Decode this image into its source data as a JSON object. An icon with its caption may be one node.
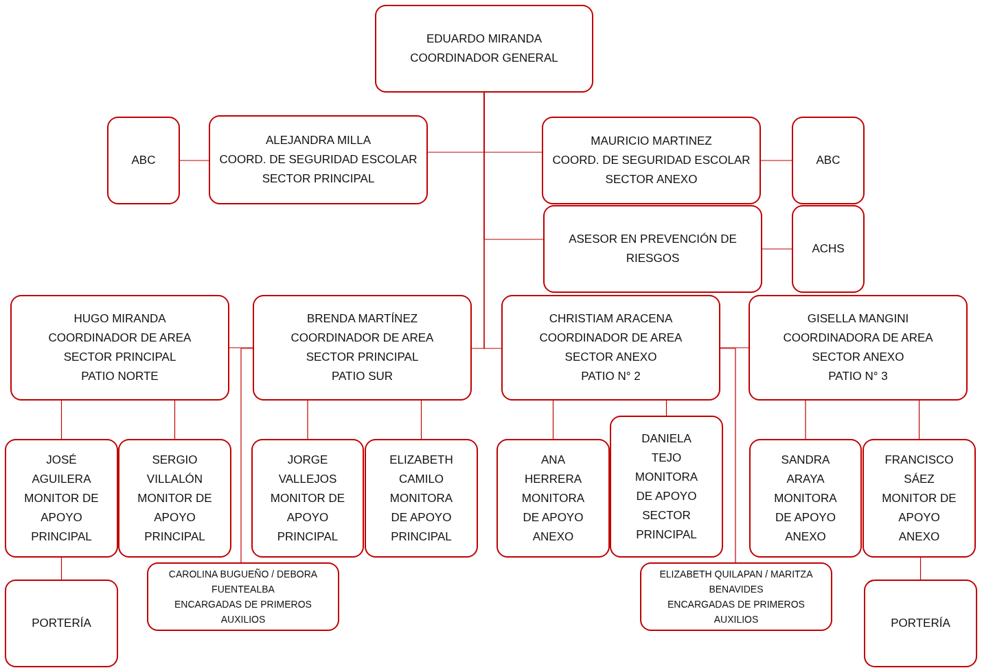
{
  "diagram": {
    "nodes": [
      {
        "text": [
          "EDUARDO MIRANDA",
          "COORDINADOR GENERAL"
        ]
      },
      {
        "text": [
          "ABC"
        ]
      },
      {
        "text": [
          "ALEJANDRA MILLA",
          "COORD. DE SEGURIDAD ESCOLAR SECTOR PRINCIPAL"
        ]
      },
      {
        "text": [
          "MAURICIO MARTINEZ",
          "COORD. DE SEGURIDAD ESCOLAR SECTOR ANEXO"
        ]
      },
      {
        "text": [
          "ABC"
        ]
      },
      {
        "text": [
          "ASESOR EN PREVENCIÓN DE RIESGOS"
        ]
      },
      {
        "text": [
          "ACHS"
        ]
      },
      {
        "text": [
          "HUGO MIRANDA",
          "COORDINADOR DE AREA",
          "SECTOR PRINCIPAL",
          "PATIO NORTE"
        ]
      },
      {
        "text": [
          "BRENDA MARTÍNEZ",
          "COORDINADOR DE AREA",
          "SECTOR PRINCIPAL",
          "PATIO SUR"
        ]
      },
      {
        "text": [
          "CHRISTIAM ARACENA",
          "COORDINADOR DE AREA",
          "SECTOR ANEXO",
          "PATIO N° 2"
        ]
      },
      {
        "text": [
          "GISELLA MANGINI",
          "COORDINADORA DE AREA",
          "SECTOR ANEXO",
          "PATIO N° 3"
        ]
      },
      {
        "text": [
          "JOSÉ AGUILERA",
          "MONITOR DE APOYO PRINCIPAL"
        ]
      },
      {
        "text": [
          "SERGIO VILLALÓN",
          "MONITOR DE APOYO PRINCIPAL"
        ]
      },
      {
        "text": [
          "JORGE VALLEJOS",
          "MONITOR DE APOYO PRINCIPAL"
        ]
      },
      {
        "text": [
          "ELIZABETH CAMILO",
          "MONITORA DE APOYO PRINCIPAL"
        ]
      },
      {
        "text": [
          "ANA HERRERA",
          "MONITORA DE APOYO ANEXO"
        ]
      },
      {
        "text": [
          "DANIELA TEJO",
          "MONITORA DE APOYO SECTOR PRINCIPAL"
        ]
      },
      {
        "text": [
          "SANDRA ARAYA",
          "MONITORA DE APOYO ANEXO"
        ]
      },
      {
        "text": [
          "FRANCISCO SÁEZ",
          "MONITOR DE APOYO ANEXO"
        ]
      },
      {
        "text": [
          "CAROLINA BUGUEÑO / DEBORA FUENTEALBA",
          "ENCARGADAS DE PRIMEROS AUXILIOS"
        ]
      },
      {
        "text": [
          "ELIZABETH QUILAPAN / MARITZA BENAVIDES",
          "ENCARGADAS DE PRIMEROS AUXILIOS"
        ]
      },
      {
        "text": [
          "PORTERÍA"
        ]
      },
      {
        "text": [
          "PORTERÍA"
        ]
      }
    ],
    "edges": [
      {
        "from": 0,
        "to": 2,
        "arrow": "none"
      },
      {
        "from": 0,
        "to": 3,
        "arrow": "none"
      },
      {
        "from": 0,
        "to": 5,
        "arrow": "none"
      },
      {
        "from": 0,
        "to": 8,
        "arrow": "none"
      },
      {
        "from": 0,
        "to": 9,
        "arrow": "none"
      },
      {
        "from": 1,
        "to": 2,
        "arrow": "none"
      },
      {
        "from": 3,
        "to": 4,
        "arrow": "none"
      },
      {
        "from": 5,
        "to": 6,
        "arrow": "none"
      },
      {
        "from": 7,
        "to": 8,
        "arrow": "none"
      },
      {
        "from": 8,
        "to": 19,
        "arrow": "none"
      },
      {
        "from": 9,
        "to": 10,
        "arrow": "none"
      },
      {
        "from": 9,
        "to": 20,
        "arrow": "none"
      },
      {
        "from": 7,
        "to": 11,
        "arrow": "none"
      },
      {
        "from": 7,
        "to": 12,
        "arrow": "none"
      },
      {
        "from": 8,
        "to": 13,
        "arrow": "none"
      },
      {
        "from": 8,
        "to": 14,
        "arrow": "none"
      },
      {
        "from": 9,
        "to": 15,
        "arrow": "none"
      },
      {
        "from": 9,
        "to": 16,
        "arrow": "none"
      },
      {
        "from": 10,
        "to": 17,
        "arrow": "none"
      },
      {
        "from": 10,
        "to": 18,
        "arrow": "none"
      },
      {
        "from": 11,
        "to": 21,
        "arrow": "none"
      },
      {
        "from": 18,
        "to": 22,
        "arrow": "none"
      }
    ]
  }
}
